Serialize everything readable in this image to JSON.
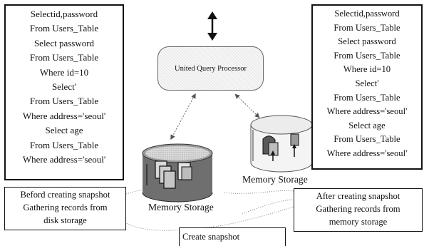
{
  "processor": {
    "label": "United Query Processor"
  },
  "left_query_lines": [
    "Selectid,password",
    "From Users_Table",
    "Select password",
    "From Users_Table",
    "Where id=10",
    "Select'",
    "From Users_Table",
    "Where address='seoul'",
    "Select age",
    "From Users_Table",
    "Where address='seoul'"
  ],
  "right_query_lines": [
    "Selectid,password",
    "From Users_Table",
    "Select password",
    "From Users_Table",
    "Where id=10",
    "Select'",
    "From Users_Table",
    "Where address='seoul'",
    "Select age",
    "From Users_Table",
    "Where address='seoul'"
  ],
  "storage": {
    "left_label": "Memory Storage",
    "right_label": "Memory Storage"
  },
  "notes": {
    "before_lines": [
      "Beford creating snapshot",
      "Gathering records from",
      "disk storage"
    ],
    "after_lines": [
      "After creating snapshot",
      "Gathering records from",
      "memory storage"
    ],
    "snapshot": "Create snapshot"
  }
}
